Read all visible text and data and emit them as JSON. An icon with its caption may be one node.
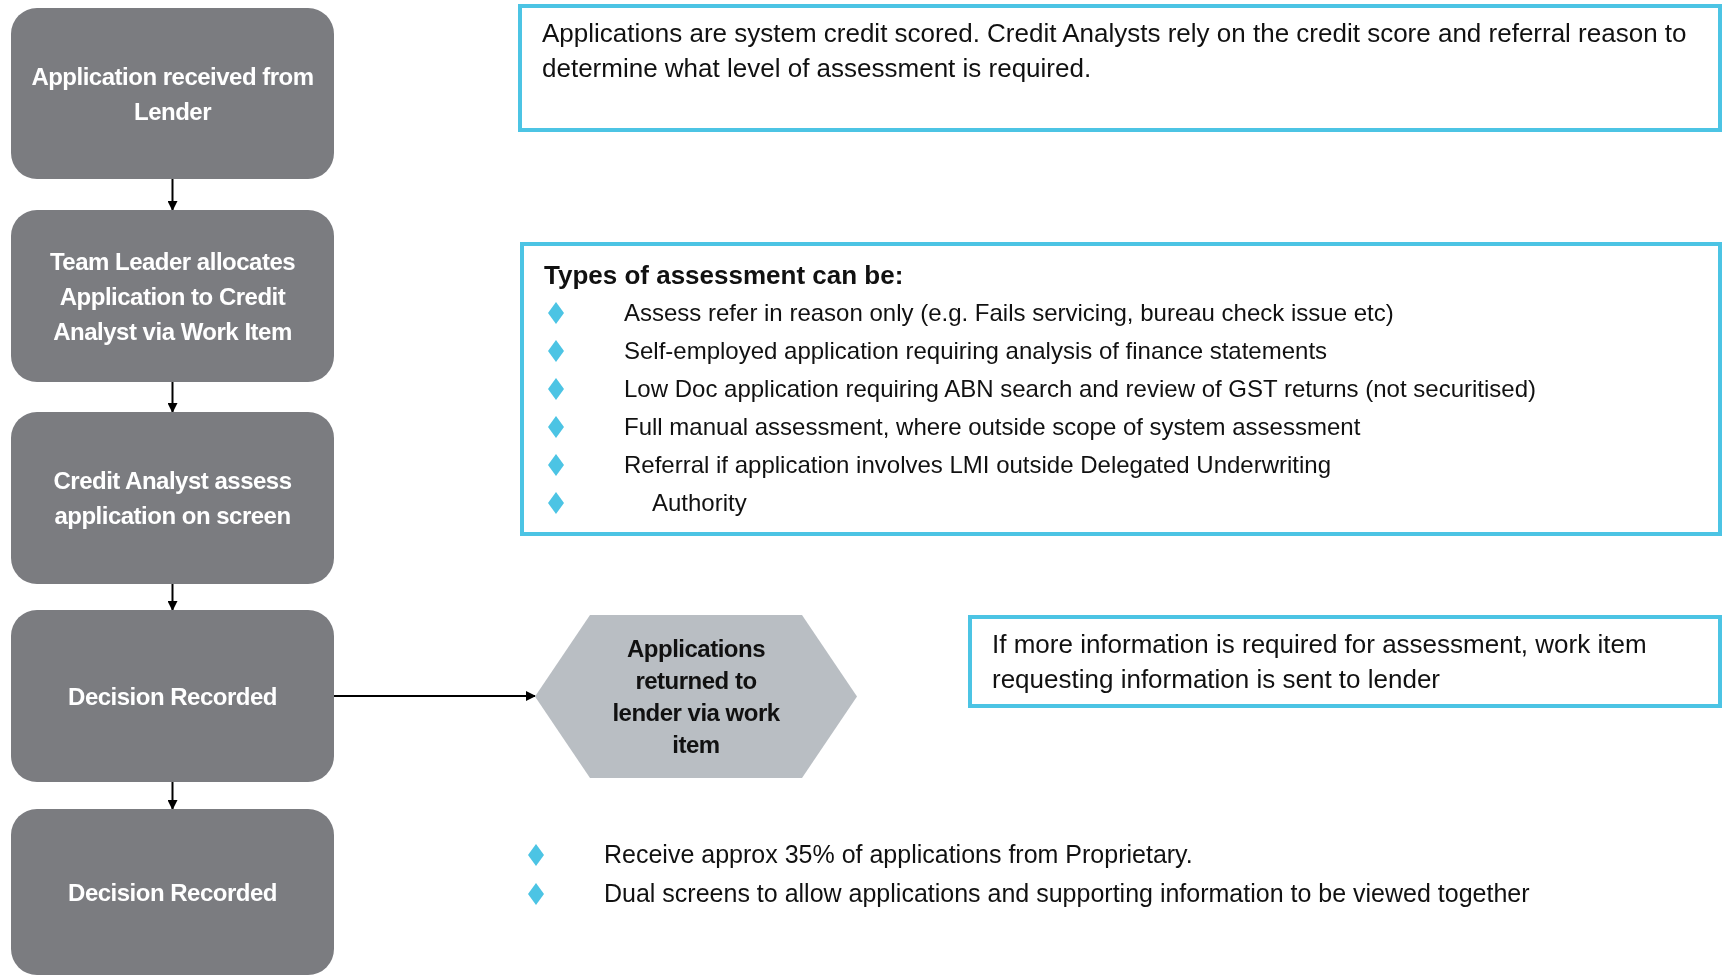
{
  "diagram": {
    "nodes": [
      {
        "text": [
          "Application received from Lender"
        ]
      },
      {
        "text": [
          "Team Leader allocates Application to Credit Analyst via Work Item"
        ]
      },
      {
        "text": [
          "Credit Analyst assess application on screen"
        ]
      },
      {
        "text": [
          "Decision Recorded"
        ]
      },
      {
        "text": [
          "Decision Recorded"
        ]
      },
      {
        "text": [
          "Applications returned to lender via work item"
        ]
      },
      {
        "text": [
          "Applications are system credit scored. Credit Analysts rely on the credit score and referral reason to determine what level of assessment is required."
        ]
      },
      {
        "text": [
          "Types of assessment can be:",
          "Assess refer in reason only (e.g. Fails servicing, bureau check issue etc)",
          "Self-employed application requiring analysis of finance statements",
          "Low Doc application requiring ABN search and review of GST returns (not securitised)",
          "Full manual assessment, where outside scope of system assessment",
          "Referral if application involves LMI outside Delegated Underwriting",
          "Authority"
        ]
      },
      {
        "text": [
          "If more information is required for assessment, work item requesting information is sent to lender"
        ]
      }
    ],
    "edges": [
      {
        "from": 0,
        "to": 1,
        "arrow": "to"
      },
      {
        "from": 1,
        "to": 2,
        "arrow": "to"
      },
      {
        "from": 2,
        "to": 3,
        "arrow": "to"
      },
      {
        "from": 3,
        "to": 4,
        "arrow": "to"
      },
      {
        "from": 3,
        "to": 5,
        "arrow": "to"
      }
    ],
    "labels": [
      "Receive approx 35% of applications from Proprietary.",
      "Dual screens to allow applications and supporting information to be viewed together"
    ]
  }
}
